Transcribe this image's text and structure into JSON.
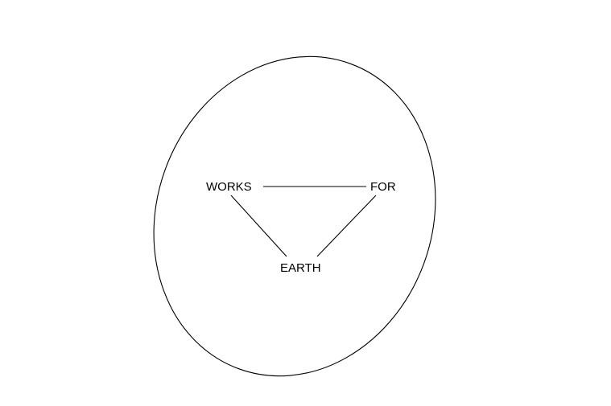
{
  "diagram": {
    "nodes": [
      {
        "id": "works",
        "label": "WORKS"
      },
      {
        "id": "for",
        "label": "FOR"
      },
      {
        "id": "earth",
        "label": "EARTH"
      }
    ],
    "edges": [
      {
        "from": "works",
        "to": "for"
      },
      {
        "from": "works",
        "to": "earth"
      },
      {
        "from": "for",
        "to": "earth"
      }
    ],
    "colors": {
      "background": "#ffffff",
      "stroke": "#000000"
    }
  }
}
